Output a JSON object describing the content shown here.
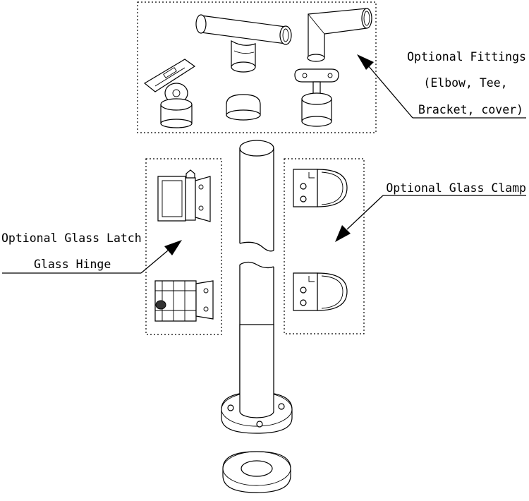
{
  "callouts": {
    "fittings": [
      "Optional Fittings",
      "(Elbow, Tee,",
      "Bracket, cover)"
    ],
    "glass_clamp": [
      "Optional Glass Clamp"
    ],
    "latch_hinge": [
      "Optional Glass Latch",
      "Glass Hinge"
    ]
  }
}
